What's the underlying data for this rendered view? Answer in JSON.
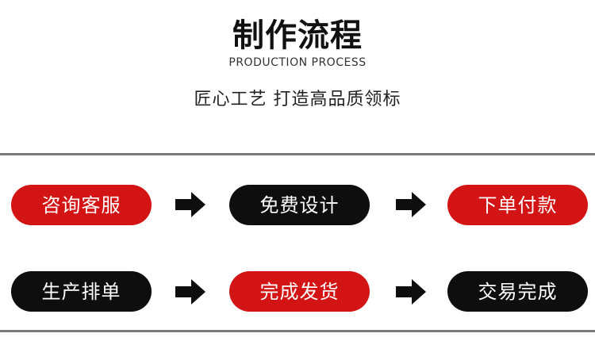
{
  "header": {
    "title": "制作流程",
    "subtitle": "PRODUCTION PROCESS",
    "slogan": "匠心工艺 打造高品质领标"
  },
  "steps": [
    {
      "label": "咨询客服",
      "color": "#d31414"
    },
    {
      "label": "免费设计",
      "color": "#0e0e0e"
    },
    {
      "label": "下单付款",
      "color": "#d31414"
    },
    {
      "label": "生产排单",
      "color": "#0e0e0e"
    },
    {
      "label": "完成发货",
      "color": "#d31414"
    },
    {
      "label": "交易完成",
      "color": "#0e0e0e"
    }
  ],
  "colors": {
    "accent_red": "#d31414",
    "dark": "#0e0e0e",
    "divider": "#7a7a7a"
  },
  "icons": {
    "arrow": "arrow-right-icon"
  }
}
